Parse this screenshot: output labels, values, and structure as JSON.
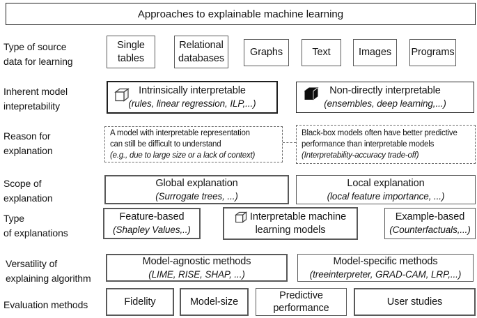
{
  "title": "Approaches to explainable machine learning",
  "colors": {
    "border_gray": "#595959",
    "border_black": "#1f1f1f",
    "text": "#141414",
    "background": "#ffffff"
  },
  "icons": {
    "intrinsic": "white-cube-icon",
    "non_direct": "black-cube-icon",
    "interpretable_ml": "white-cube-icon"
  },
  "rows": [
    {
      "label": "Type of source\ndata for learning",
      "boxes": [
        {
          "text": "Single\ntables"
        },
        {
          "text": "Relational\ndatabases"
        },
        {
          "text": "Graphs"
        },
        {
          "text": "Text"
        },
        {
          "text": "Images"
        },
        {
          "text": "Programs"
        }
      ]
    },
    {
      "label": "Inherent model\nintepretability",
      "boxes": [
        {
          "icon": "white-cube-icon",
          "text": "Intrinsically interpretable",
          "sub": "(rules, linear regression, ILP,...)"
        },
        {
          "icon": "black-cube-icon",
          "text": "Non-directly interpretable",
          "sub": "(ensembles, deep learning,...)"
        }
      ]
    },
    {
      "label": "Reason for\nexplanation",
      "boxes": [
        {
          "line1": "A model with interpretable representation",
          "line2": "can still be difficult to understand",
          "sub": "(e.g., due to large size or a lack of context)"
        },
        {
          "line1": "Black-box models often have better predictive",
          "line2": "performance than interpretable models",
          "sub": "(Interpretability-accuracy trade-off)"
        }
      ]
    },
    {
      "label": "Scope of\nexplanation",
      "boxes": [
        {
          "text": "Global explanation",
          "sub": "(Surrogate trees, ...)"
        },
        {
          "text": "Local explanation",
          "sub": "(local feature importance, ...)"
        }
      ]
    },
    {
      "label": "Type\nof explanations",
      "boxes": [
        {
          "text": "Feature-based",
          "sub": "(Shapley Values,..)"
        },
        {
          "icon": "white-cube-icon",
          "line1": "Interpretable machine",
          "line2": "learning models"
        },
        {
          "text": "Example-based",
          "sub": "(Counterfactuals,...)"
        }
      ]
    },
    {
      "label": "Versatility of\nexplaining algorithm",
      "boxes": [
        {
          "text": "Model-agnostic methods",
          "sub": "(LIME, RISE, SHAP, ...)"
        },
        {
          "text": "Model-specific methods",
          "sub": "(treeinterpreter, GRAD-CAM, LRP,...)"
        }
      ]
    },
    {
      "label": "Evaluation methods",
      "boxes": [
        {
          "text": "Fidelity"
        },
        {
          "text": "Model-size"
        },
        {
          "text": "Predictive\nperformance"
        },
        {
          "text": "User studies"
        }
      ]
    }
  ]
}
